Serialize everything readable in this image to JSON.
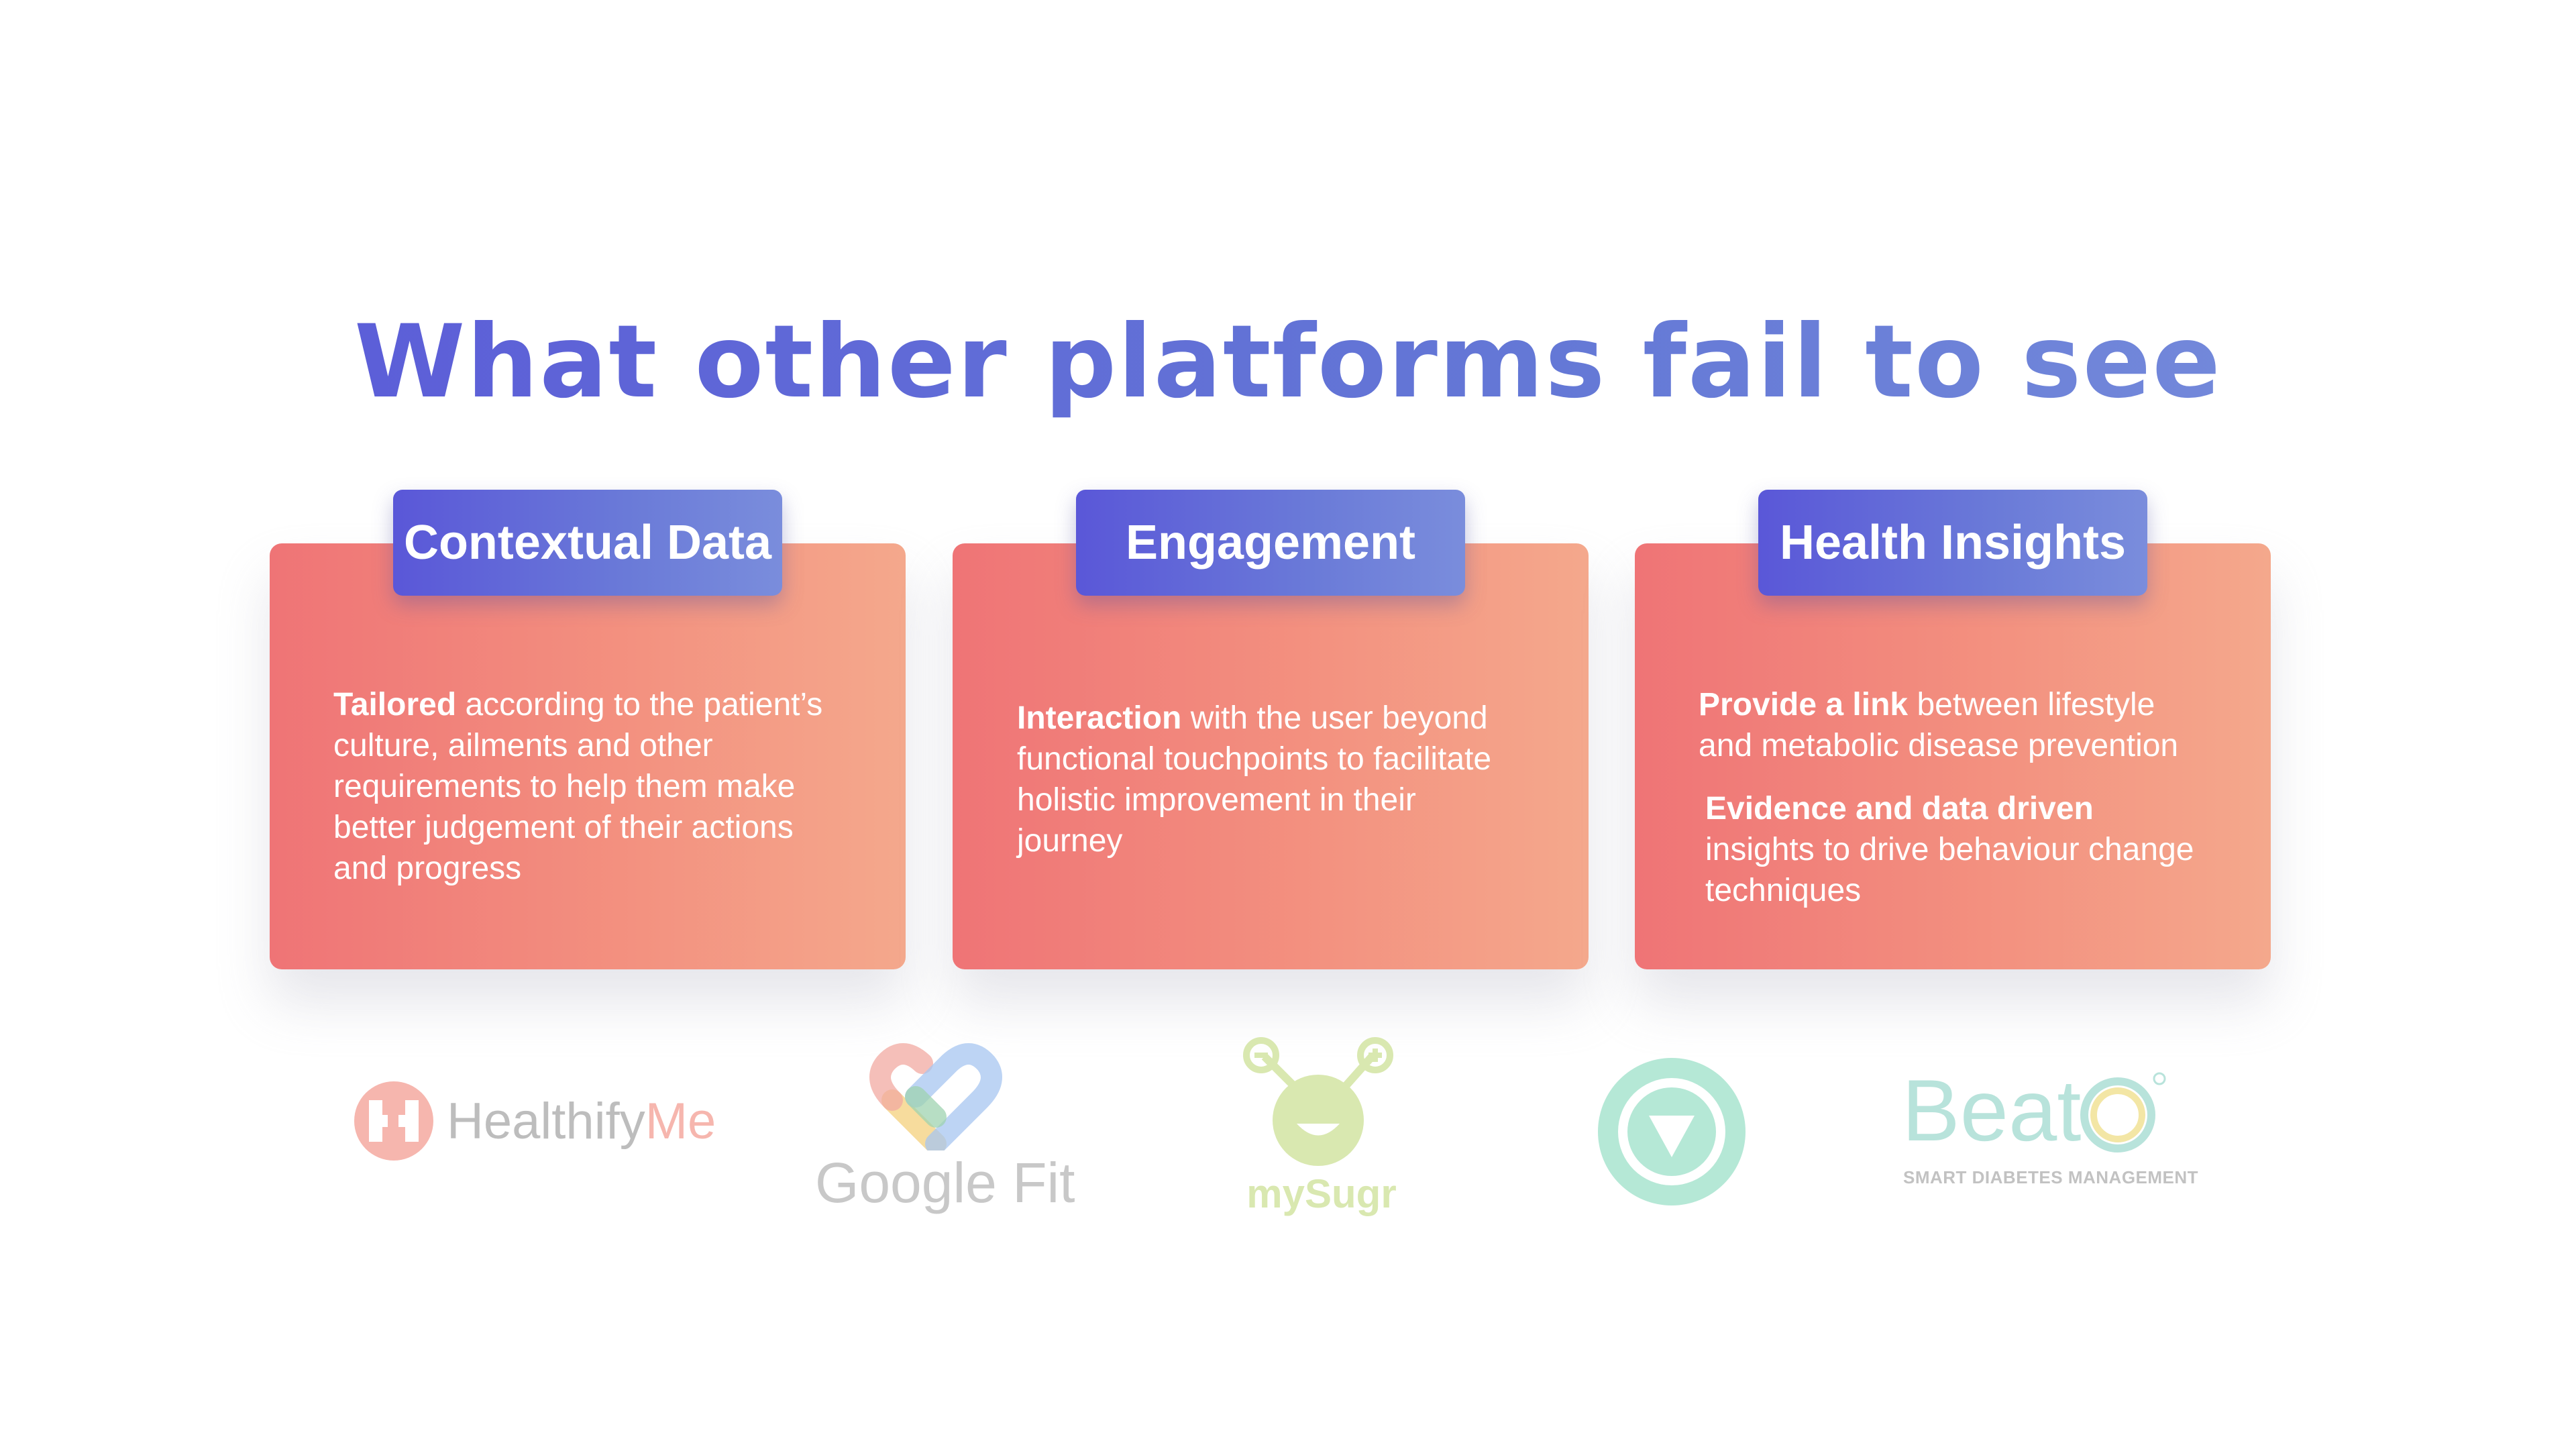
{
  "title": "What other platforms fail to see",
  "cards": [
    {
      "tab": "Contextual Data",
      "paragraphs": [
        {
          "bold": "Tailored",
          "rest": " according to the patient’s culture, ailments and other requirements  to help them make better judgement of their actions and progress"
        }
      ]
    },
    {
      "tab": "Engagement",
      "paragraphs": [
        {
          "bold": "Interaction",
          "rest": " with the user beyond functional touchpoints to facilitate holistic improvement in their journey"
        }
      ]
    },
    {
      "tab": "Health Insights",
      "paragraphs": [
        {
          "bold": "Provide a link",
          "rest": " between lifestyle and metabolic disease prevention"
        },
        {
          "bold": "Evidence and data driven",
          "rest": " insights to drive behaviour change techniques"
        }
      ]
    }
  ],
  "logos": {
    "healthifyme": {
      "part1": "Healthify",
      "part2": "Me",
      "icon": "healthifyme-logo-icon"
    },
    "googlefit": {
      "word": "Google Fit",
      "icon": "google-fit-heart-icon"
    },
    "mysugr": {
      "word": "mySugr",
      "icon": "mysugr-monster-icon"
    },
    "badge": {
      "icon": "triangle-badge-icon"
    },
    "beato": {
      "word": "Beat",
      "tagline": "SMART DIABETES MANAGEMENT",
      "icon": "beato-ring-icon"
    }
  },
  "colors": {
    "title_gradient": [
      "#5a57d8",
      "#7a90dc"
    ],
    "card_gradient": [
      "#ef7476",
      "#f4a88c"
    ],
    "tab_gradient": [
      "#5a57d8",
      "#7a8ddc"
    ]
  }
}
